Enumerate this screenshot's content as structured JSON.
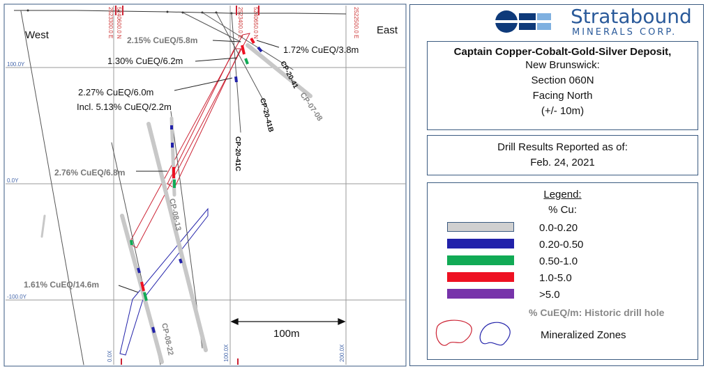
{
  "section": {
    "west_label": "West",
    "east_label": "East",
    "grid_y_labels": [
      "100.0Y",
      "0.0Y",
      "-100.0Y"
    ],
    "grid_x_top_labels": [
      "2523300.0 E",
      "5240600.0 N",
      "2523400.0 E",
      "5240650.0 N",
      "2522500.0 E"
    ],
    "grid_x_bottom_labels": [
      "0.0X",
      "100.0X",
      "200.0X"
    ],
    "scale_label": "100m",
    "intercepts": [
      "2.15% CuEQ/5.8m",
      "1.30% CuEQ/6.2m",
      "1.72% CuEQ/3.8m",
      "2.27% CuEQ/6.0m",
      "Incl. 5.13% CuEQ/2.2m",
      "2.76% CuEQ/6.8m",
      "1.61% CuEQ/14.6m"
    ],
    "holes": [
      "CP-20-41",
      "CP-20-41B",
      "CP-20-41C",
      "CP-07-08",
      "CP-08-13",
      "CP-08-22"
    ]
  },
  "logo": {
    "name": "Stratabound",
    "sub": "MINERALS CORP."
  },
  "title_box": {
    "title": "Captain Copper-Cobalt-Gold-Silver Deposit,",
    "line1": "New Brunswick:",
    "line2": "Section 060N",
    "line3": "Facing North",
    "line4": "(+/- 10m)"
  },
  "date_box": {
    "line1": "Drill Results Reported as of:",
    "line2": "Feb. 24, 2021"
  },
  "legend": {
    "heading": "Legend:",
    "subheading": "% Cu:",
    "items": [
      {
        "label": "0.0-0.20",
        "color": "#d0d0d0"
      },
      {
        "label": "0.20-0.50",
        "color": "#2222aa"
      },
      {
        "label": "0.50-1.0",
        "color": "#11aa55"
      },
      {
        "label": "1.0-5.0",
        "color": "#ee1122"
      },
      {
        "label": ">5.0",
        "color": "#7733aa"
      }
    ],
    "historic_note": "% CuEQ/m: Historic drill hole",
    "zones_label": "Mineralized Zones"
  }
}
